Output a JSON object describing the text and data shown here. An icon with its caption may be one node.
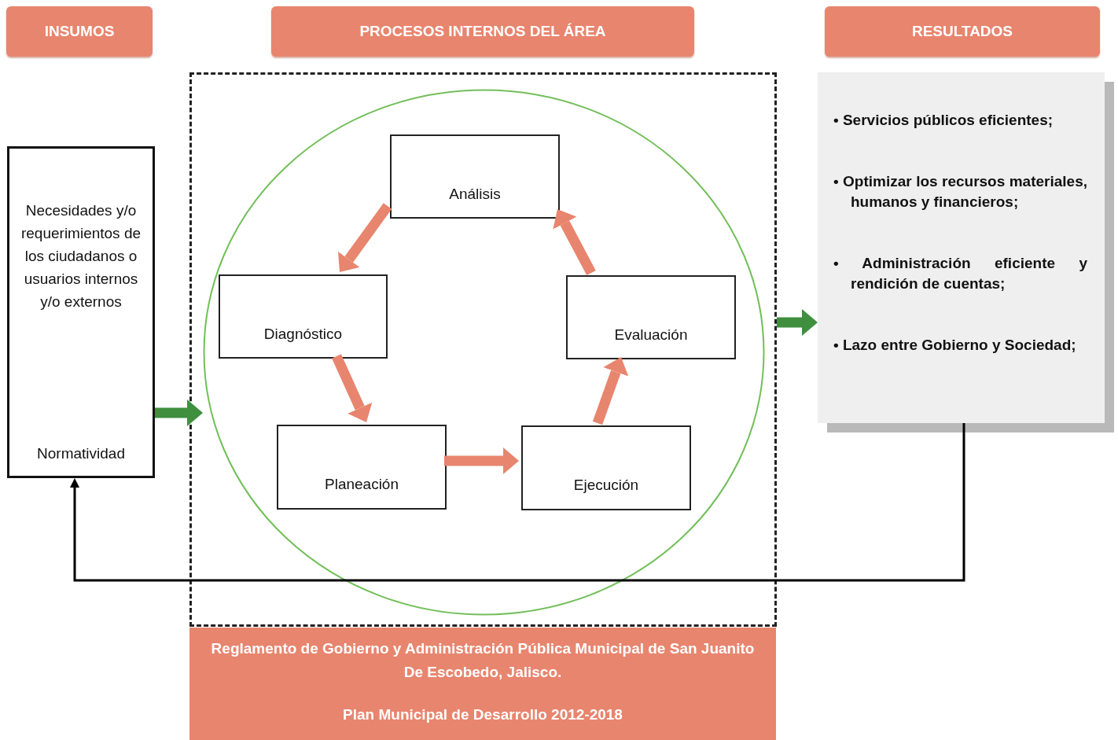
{
  "diagram": {
    "nodes": [
      {
        "text": [
          "INSUMOS"
        ]
      },
      {
        "text": [
          "PROCESOS INTERNOS DEL ÁREA"
        ]
      },
      {
        "text": [
          "RESULTADOS"
        ]
      },
      {
        "text": [
          "Necesidades y/o requerimientos de los ciudadanos o usuarios internos y/o externos",
          "Normatividad"
        ]
      },
      {
        "text": [],
        "shape": "box"
      },
      {
        "text": [],
        "shape": "circle",
        "in": 4
      },
      {
        "text": [
          "Análisis"
        ],
        "in": 5
      },
      {
        "text": [
          "Diagnóstico"
        ],
        "in": 5
      },
      {
        "text": [
          "Evaluación"
        ],
        "in": 5
      },
      {
        "text": [
          "Planeación"
        ],
        "in": 5
      },
      {
        "text": [
          "Ejecución"
        ],
        "in": 5
      },
      {
        "text": [
          "• Servicios públicos eficientes;",
          "• Optimizar los recursos materiales, humanos y financieros;",
          "• Administración eficiente y rendición de cuentas;",
          "• Lazo entre Gobierno y Sociedad;"
        ]
      },
      {
        "text": [
          "Reglamento de Gobierno y Administración Pública Municipal de San Juanito De Escobedo, Jalisco.",
          "Plan Municipal de Desarrollo 2012-2018"
        ]
      }
    ],
    "edges": [
      {
        "from": 3,
        "to": 5,
        "arrow": "to",
        "color": "#3f8f3f"
      },
      {
        "from": 6,
        "to": 7,
        "arrow": "to"
      },
      {
        "from": 7,
        "to": 9,
        "arrow": "to"
      },
      {
        "from": 9,
        "to": 10,
        "arrow": "to"
      },
      {
        "from": 10,
        "to": 8,
        "arrow": "to"
      },
      {
        "from": 8,
        "to": 6,
        "arrow": "to"
      },
      {
        "from": 4,
        "to": 11,
        "arrow": "to",
        "color": "#3f8f3f"
      },
      {
        "from": 11,
        "to": 3,
        "arrow": "to",
        "color": "#000000"
      }
    ]
  }
}
